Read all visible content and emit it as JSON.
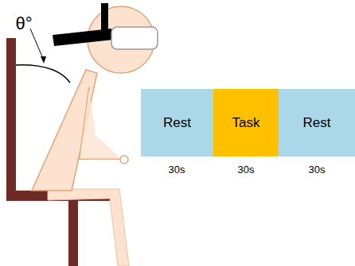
{
  "diagram": {
    "nodes": [
      {
        "text": [
          "Rest"
        ]
      },
      {
        "text": [
          "Task"
        ]
      },
      {
        "text": [
          "Rest"
        ]
      }
    ],
    "labels": [
      "θ°",
      "30s",
      "30s",
      "30s"
    ]
  }
}
